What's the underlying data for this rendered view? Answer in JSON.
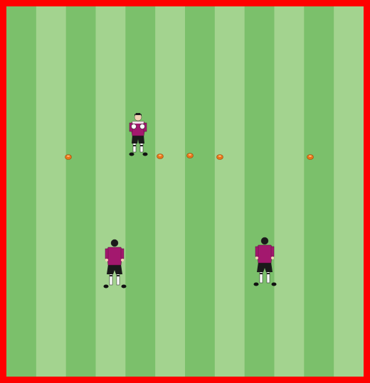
{
  "drill": {
    "pitch": {
      "border_color": "#ff0000",
      "stripe_dark": "#7bc06b",
      "stripe_light": "#a3d38f",
      "stripe_count": 12
    },
    "players": [
      {
        "role": "goalkeeper",
        "kit": "magenta",
        "pose": "facing-down-with-gloves"
      },
      {
        "role": "field-player",
        "kit": "magenta",
        "pose": "facing-up"
      },
      {
        "role": "field-player",
        "kit": "magenta",
        "pose": "facing-up"
      }
    ],
    "cones": {
      "count": 5,
      "color": "#e8751a"
    }
  }
}
